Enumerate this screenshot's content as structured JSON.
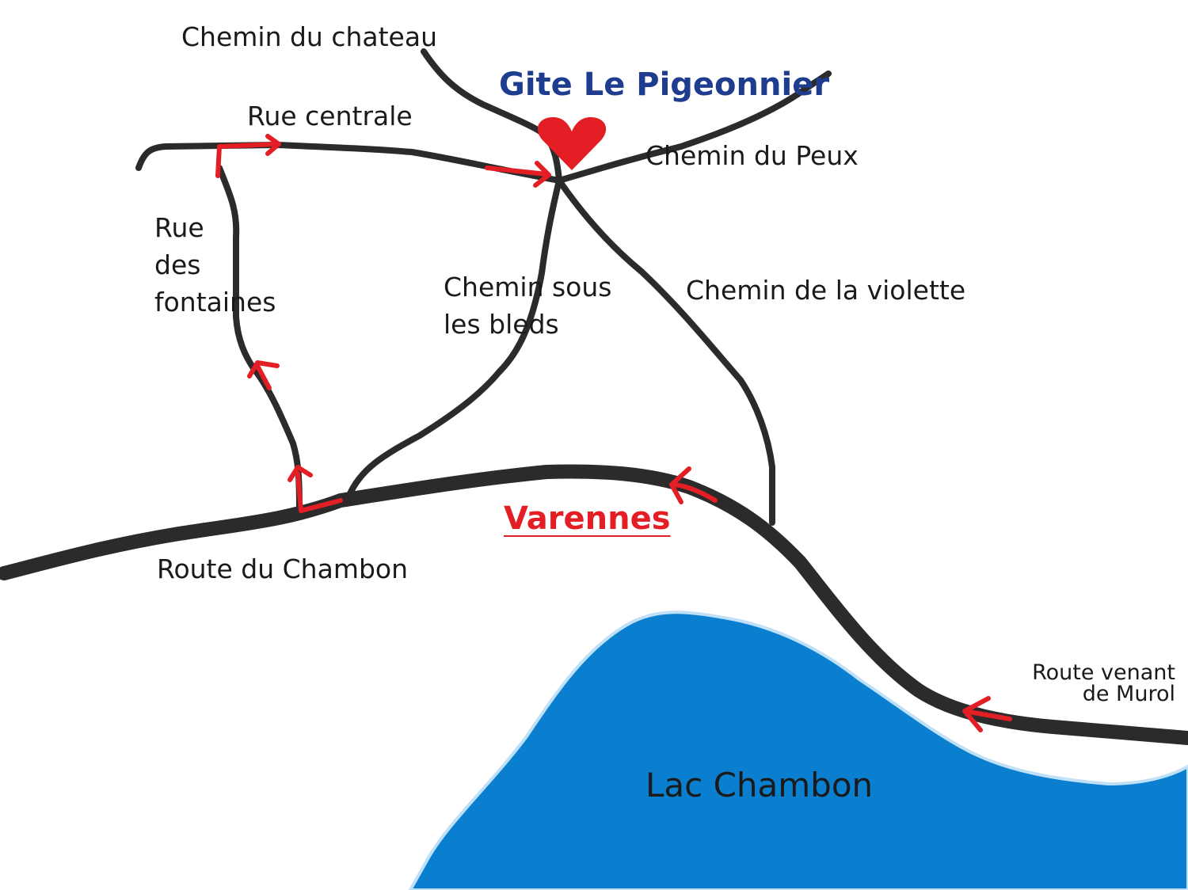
{
  "gite": {
    "name": "Gite Le Pigeonnier",
    "marker_icon": "heart-icon"
  },
  "village": "Varennes",
  "lake": "Lac Chambon",
  "roads": {
    "chemin_du_chateau": "Chemin du chateau",
    "rue_centrale": "Rue centrale",
    "chemin_du_peux": "Chemin du Peux",
    "rue_des_fontaines": "Rue\ndes\nfontaines",
    "chemin_sous_les_bleds": "Chemin sous\nles bleds",
    "chemin_de_la_violette": "Chemin de la violette",
    "route_du_chambon": "Route du Chambon",
    "route_venant_de_murol": "Route venant\nde Murol"
  },
  "colors": {
    "road": "#2b2b2b",
    "route_arrow": "#e31e24",
    "heart": "#e31e24",
    "lake": "#0a7fd0",
    "lake_edge": "#bfe0f7",
    "title": "#1f3d8f",
    "town": "#e31e24"
  }
}
